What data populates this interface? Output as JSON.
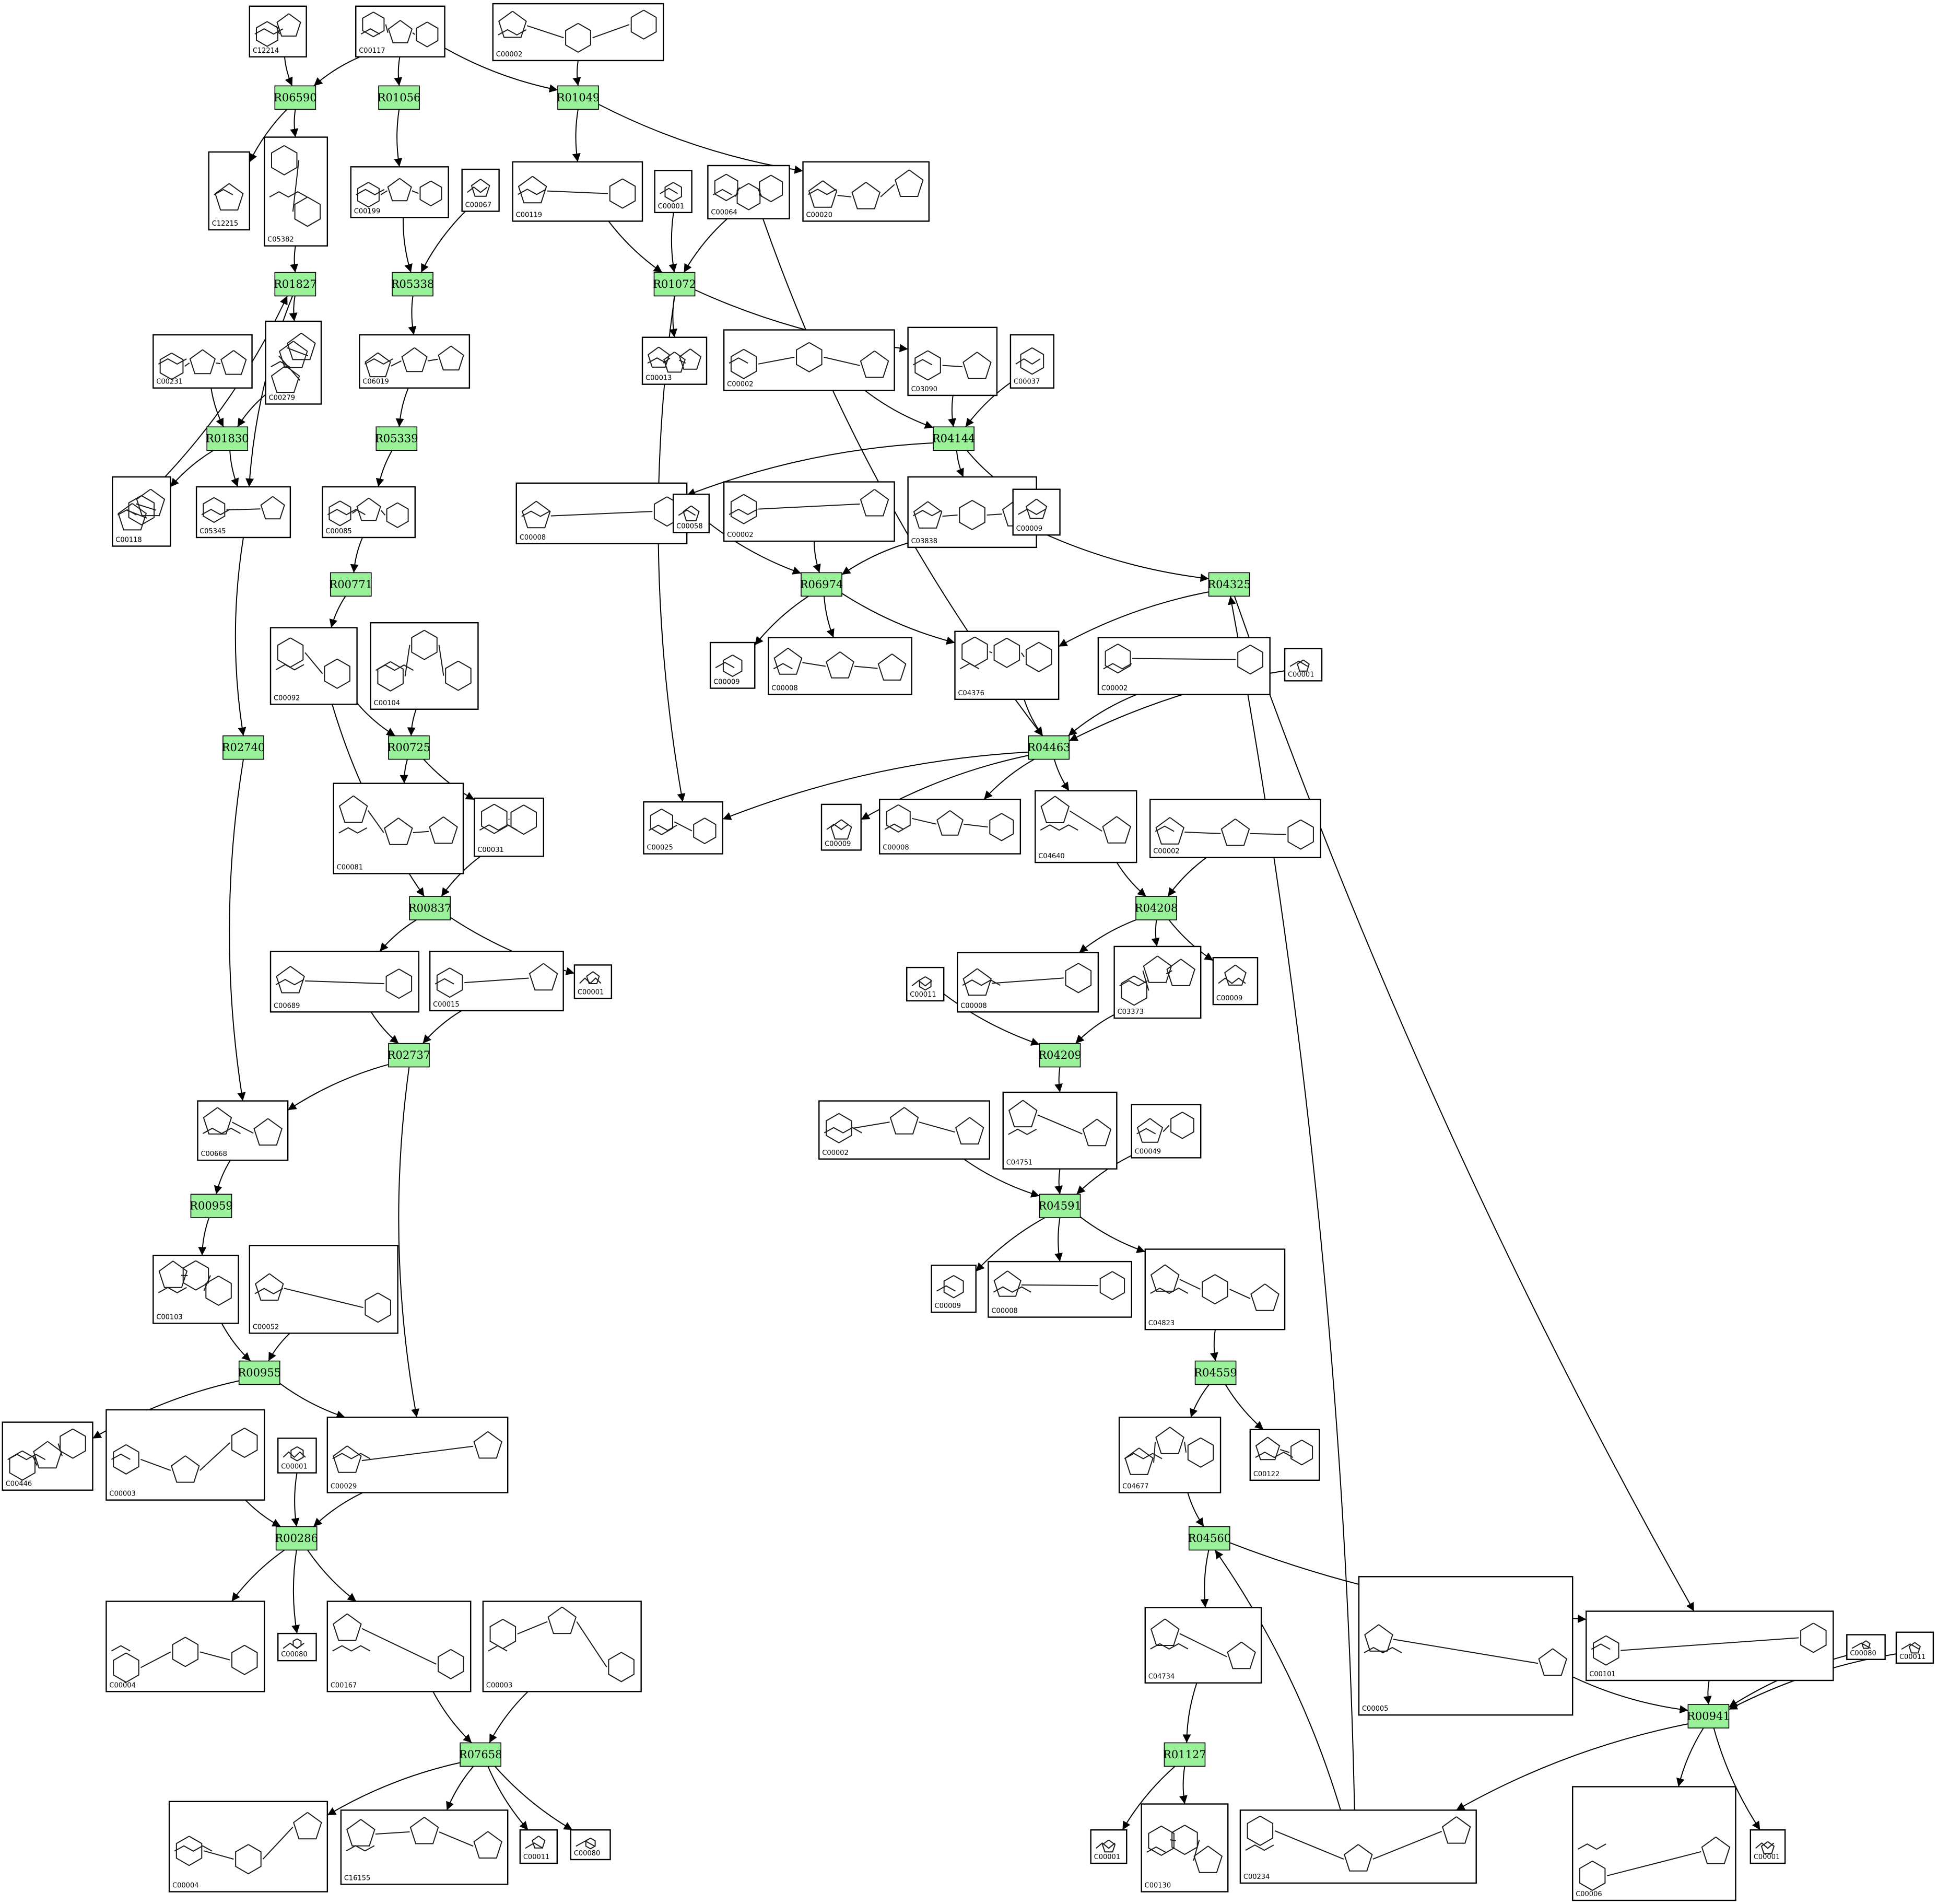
{
  "colors": {
    "reaction_fill": "#99f199",
    "compound_fill": "#ffffff",
    "line": "#000000"
  },
  "compounds": {
    "C12214": "C12214",
    "C00117": "C00117",
    "C00002a": "C00002",
    "C12215": "C12215",
    "C05382": "C05382",
    "C00199": "C00199",
    "C00067": "C00067",
    "C00119": "C00119",
    "C00001a": "C00001",
    "C00064": "C00064",
    "C00020": "C00020",
    "C00231": "C00231",
    "C00279": "C00279",
    "C06019": "C06019",
    "C00013": "C00013",
    "C00002b": "C00002",
    "C03090": "C03090",
    "C00037": "C00037",
    "C00118": "C00118",
    "C05345": "C05345",
    "C00085": "C00085",
    "C00008a": "C00008",
    "C00058": "C00058",
    "C00002c": "C00002",
    "C03838": "C03838",
    "C00009a": "C00009",
    "C00092": "C00092",
    "C00104": "C00104",
    "C00009b": "C00009",
    "C00008b": "C00008",
    "C04376": "C04376",
    "C00002d": "C00002",
    "C00001b": "C00001",
    "C00081": "C00081",
    "C00031": "C00031",
    "C00025": "C00025",
    "C00009c": "C00009",
    "C00008c": "C00008",
    "C04640": "C04640",
    "C00002e": "C00002",
    "C00689": "C00689",
    "C00015": "C00015",
    "C00001c": "C00001",
    "C00008d": "C00008",
    "C03373": "C03373",
    "C00009d": "C00009",
    "C00011a": "C00011",
    "C00668": "C00668",
    "C00002f": "C00002",
    "C04751": "C04751",
    "C00049": "C00049",
    "C00103": "C00103",
    "C00052": "C00052",
    "C00009e": "C00009",
    "C00008e": "C00008",
    "C04823": "C04823",
    "C00446": "C00446",
    "C00003a": "C00003",
    "C00001d": "C00001",
    "C00029": "C00029",
    "C04677": "C04677",
    "C00122": "C00122",
    "C00004a": "C00004",
    "C00080a": "C00080",
    "C00167": "C00167",
    "C00003b": "C00003",
    "C04734": "C04734",
    "C00005": "C00005",
    "C00101": "C00101",
    "C00080b": "C00080",
    "C00011b": "C00011",
    "C00004b": "C00004",
    "C16155": "C16155",
    "C00011c": "C00011",
    "C00080c": "C00080",
    "C00001e": "C00001",
    "C00130": "C00130",
    "C00234": "C00234",
    "C00006": "C00006",
    "C00001f": "C00001"
  },
  "reactions": {
    "R06590": "R06590",
    "R01056": "R01056",
    "R01049": "R01049",
    "R01827": "R01827",
    "R05338": "R05338",
    "R01072": "R01072",
    "R01830": "R01830",
    "R05339": "R05339",
    "R04144": "R04144",
    "R00771": "R00771",
    "R06974": "R06974",
    "R04325": "R04325",
    "R02740": "R02740",
    "R00725": "R00725",
    "R04463": "R04463",
    "R00837": "R00837",
    "R04208": "R04208",
    "R02737": "R02737",
    "R04209": "R04209",
    "R00959": "R00959",
    "R04591": "R04591",
    "R00955": "R00955",
    "R04559": "R04559",
    "R00286": "R00286",
    "R04560": "R04560",
    "R00941": "R00941",
    "R07658": "R07658",
    "R01127": "R01127"
  }
}
